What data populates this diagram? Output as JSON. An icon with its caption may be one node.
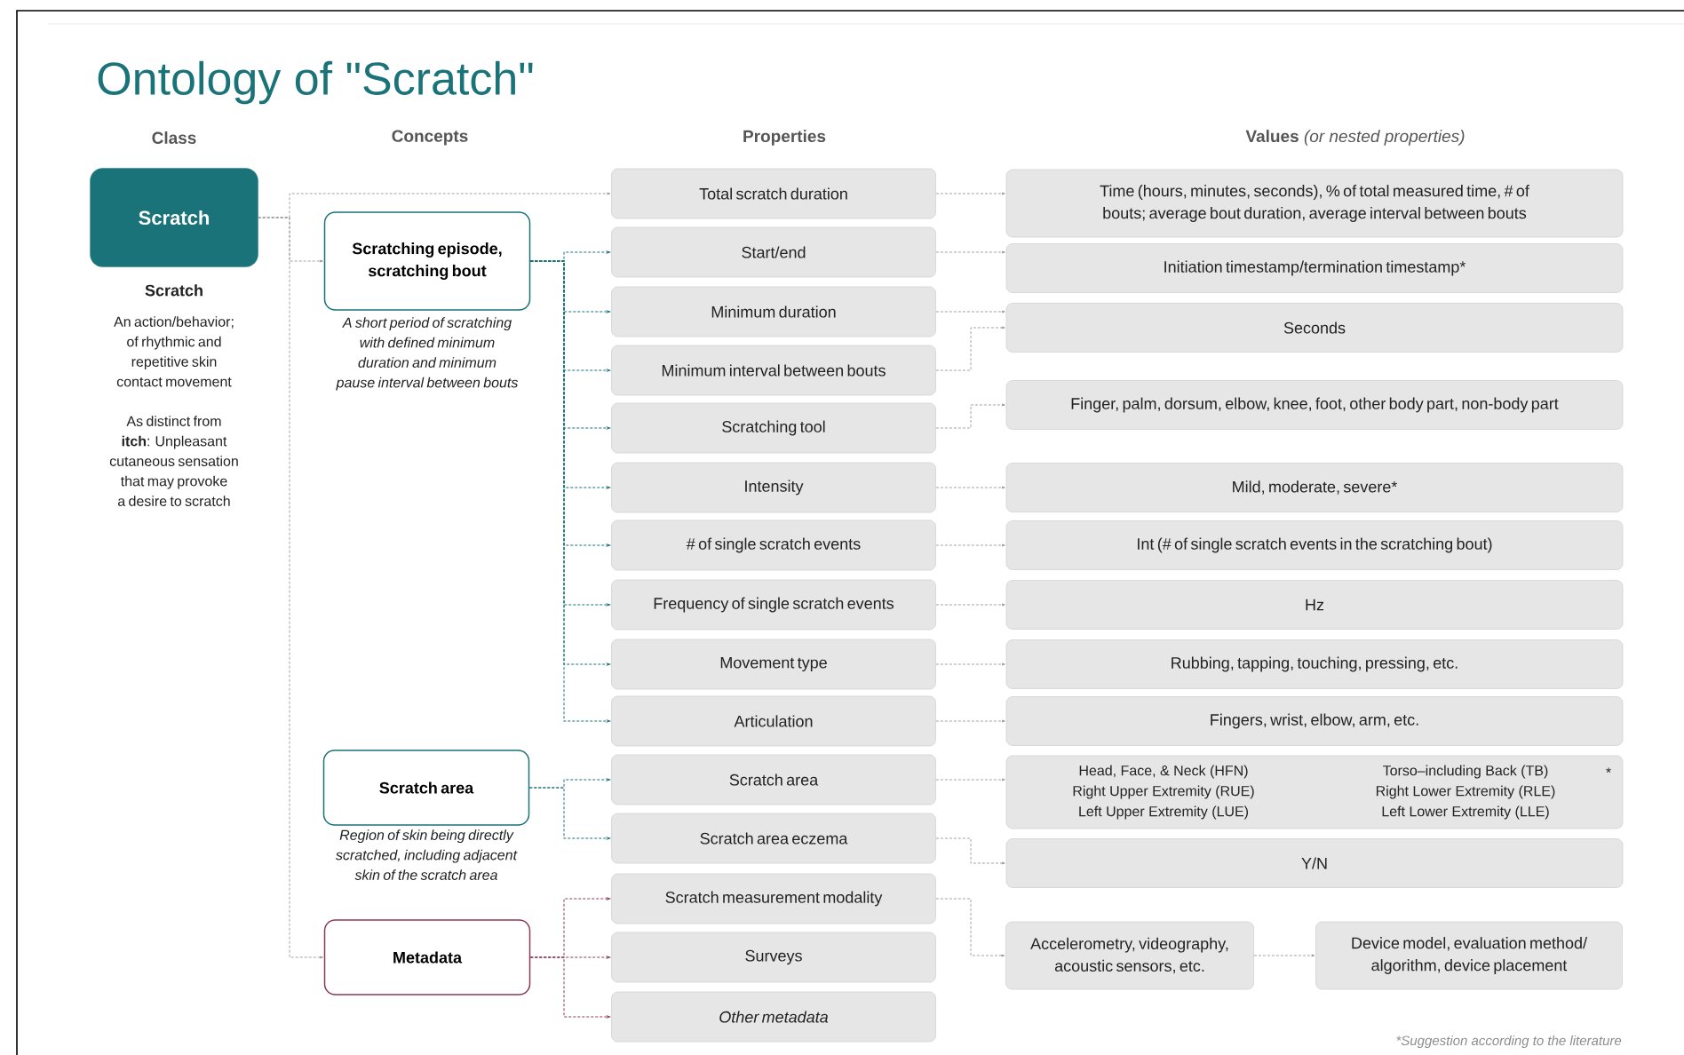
{
  "diagram": {
    "title": "Ontology of \"Scratch\"",
    "nodes": [
      {
        "text": [
          "Scratch"
        ],
        "beside": [
          "Scratch",
          "An action/behavior; of rhythmic and repetitive skin contact movement"
        ]
      },
      {
        "text": [
          "Scratching episode, scratching bout"
        ],
        "beside": [
          "A short period of scratching with defined minimum duration and minimum pause interval between bouts"
        ]
      },
      {
        "text": [
          "Scratch area"
        ],
        "beside": [
          "Region of skin being directly scratched, including adjacent skin of the scratch area"
        ]
      },
      {
        "text": [
          "Metadata"
        ]
      },
      {
        "text": [
          "Total scratch duration"
        ]
      },
      {
        "text": [
          "Start/end"
        ]
      },
      {
        "text": [
          "Minimum duration"
        ]
      },
      {
        "text": [
          "Minimum interval between bouts"
        ]
      },
      {
        "text": [
          "Scratching tool"
        ]
      },
      {
        "text": [
          "Intensity"
        ]
      },
      {
        "text": [
          "# of single scratch events"
        ]
      },
      {
        "text": [
          "Frequency of single scratch events"
        ]
      },
      {
        "text": [
          "Movement type"
        ]
      },
      {
        "text": [
          "Articulation"
        ]
      },
      {
        "text": [
          "Scratch area"
        ]
      },
      {
        "text": [
          "Scratch area eczema"
        ]
      },
      {
        "text": [
          "Scratch measurement modality"
        ]
      },
      {
        "text": [
          "Surveys"
        ]
      },
      {
        "text": [
          "Other metadata"
        ]
      },
      {
        "text": [
          "Time (hours, minutes, seconds), % of total measured time, # of bouts; average bout duration, average interval between bouts"
        ]
      },
      {
        "text": [
          "Initiation timestamp/termination timestamp*"
        ]
      },
      {
        "text": [
          "Seconds"
        ]
      },
      {
        "text": [
          "Finger, palm, dorsum, elbow, knee, foot, other body part, non-body part"
        ]
      },
      {
        "text": [
          "Mild, moderate, severe*"
        ]
      },
      {
        "text": [
          "Int (# of single scratch events in the scratching bout)"
        ]
      },
      {
        "text": [
          "Hz"
        ]
      },
      {
        "text": [
          "Rubbing, tapping, touching, pressing, etc."
        ]
      },
      {
        "text": [
          "Fingers, wrist, elbow, arm, etc."
        ]
      },
      {
        "text": [
          "Head, Face, & Neck (HFN)",
          "Right Upper Extremity (RUE)",
          "Left Upper Extremity (LUE)",
          "Torso–including Back (TB)",
          "Right Lower Extremity (RLE)",
          "Left Lower Extremity (LLE)",
          "*"
        ]
      },
      {
        "text": [
          "Y/N"
        ]
      },
      {
        "text": [
          "Accelerometry, videography, acoustic sensors, etc."
        ]
      },
      {
        "text": [
          "Device model, evaluation method/ algorithm, device placement"
        ]
      }
    ],
    "edges": [
      {
        "from": 0,
        "to": 4,
        "arrow": "to"
      },
      {
        "from": 0,
        "to": 1,
        "arrow": "to"
      },
      {
        "from": 0,
        "to": 3,
        "arrow": "to"
      },
      {
        "from": 1,
        "to": 5,
        "arrow": "to",
        "color": "#1b737a"
      },
      {
        "from": 1,
        "to": 6,
        "arrow": "to",
        "color": "#1b737a"
      },
      {
        "from": 1,
        "to": 7,
        "arrow": "to",
        "color": "#1b737a"
      },
      {
        "from": 1,
        "to": 8,
        "arrow": "to",
        "color": "#1b737a"
      },
      {
        "from": 1,
        "to": 9,
        "arrow": "to",
        "color": "#1b737a"
      },
      {
        "from": 1,
        "to": 10,
        "arrow": "to",
        "color": "#1b737a"
      },
      {
        "from": 1,
        "to": 11,
        "arrow": "to",
        "color": "#1b737a"
      },
      {
        "from": 1,
        "to": 12,
        "arrow": "to",
        "color": "#1b737a"
      },
      {
        "from": 1,
        "to": 13,
        "arrow": "to",
        "color": "#1b737a"
      },
      {
        "from": 2,
        "to": 14,
        "arrow": "to",
        "color": "#1b737a"
      },
      {
        "from": 2,
        "to": 15,
        "arrow": "to",
        "color": "#1b737a"
      },
      {
        "from": 3,
        "to": 16,
        "arrow": "to",
        "color": "#8b3a57"
      },
      {
        "from": 3,
        "to": 17,
        "arrow": "to",
        "color": "#8b3a57"
      },
      {
        "from": 3,
        "to": 18,
        "arrow": "to",
        "color": "#8b3a57"
      },
      {
        "from": 4,
        "to": 19,
        "arrow": "to"
      },
      {
        "from": 5,
        "to": 20,
        "arrow": "to"
      },
      {
        "from": 6,
        "to": 21,
        "arrow": "to"
      },
      {
        "from": 7,
        "to": 21,
        "arrow": "to"
      },
      {
        "from": 8,
        "to": 22,
        "arrow": "to"
      },
      {
        "from": 9,
        "to": 23,
        "arrow": "to"
      },
      {
        "from": 10,
        "to": 24,
        "arrow": "to"
      },
      {
        "from": 11,
        "to": 25,
        "arrow": "to"
      },
      {
        "from": 12,
        "to": 26,
        "arrow": "to"
      },
      {
        "from": 13,
        "to": 27,
        "arrow": "to"
      },
      {
        "from": 14,
        "to": 28,
        "arrow": "to"
      },
      {
        "from": 15,
        "to": 29,
        "arrow": "to"
      },
      {
        "from": 16,
        "to": 30,
        "arrow": "to"
      },
      {
        "from": 30,
        "to": 31,
        "arrow": "to"
      }
    ],
    "labels": [
      "Class",
      "Concepts",
      "Properties",
      "**Values** *(or nested properties)*",
      "As distinct from **itch**: Unpleasant cutaneous sensation that may provoke a desire to scratch",
      "*Suggestion according to the literature"
    ]
  }
}
